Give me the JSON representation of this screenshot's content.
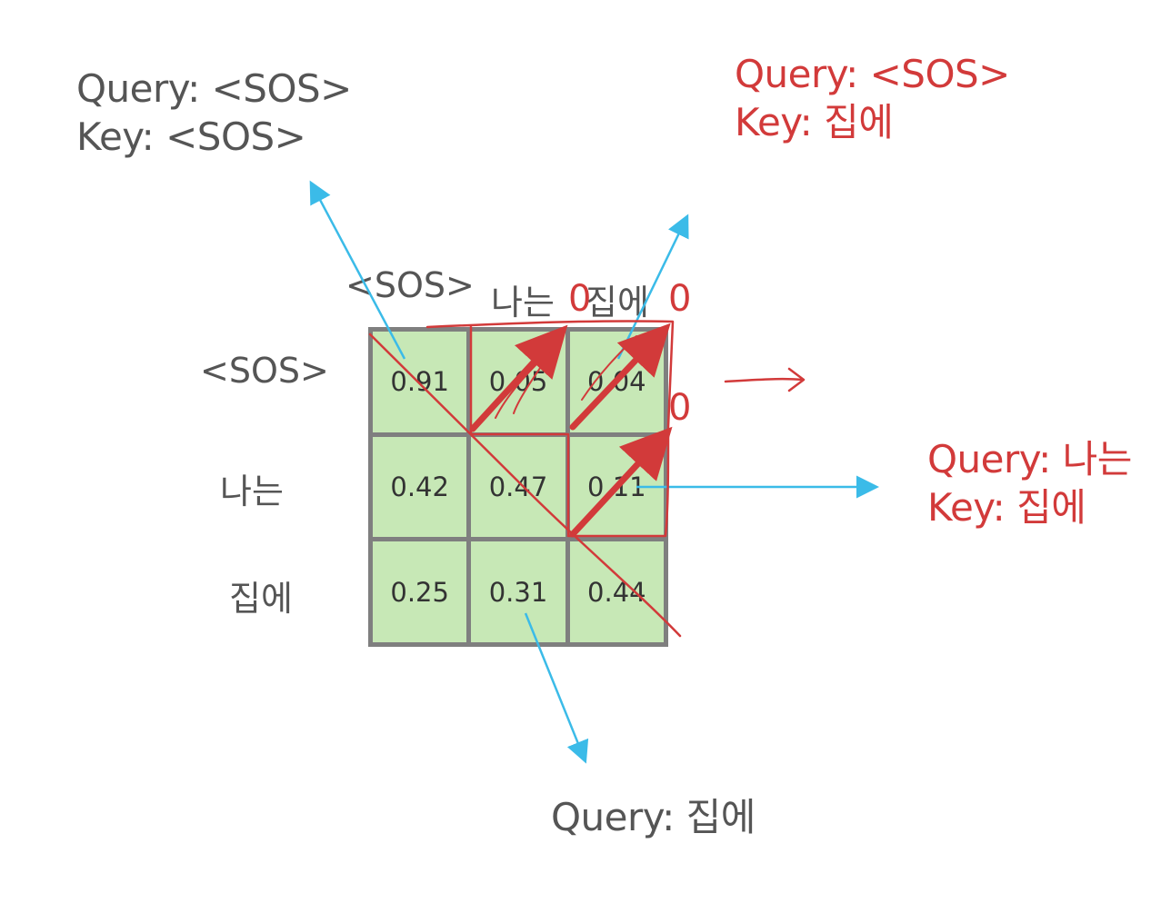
{
  "annotations": {
    "top_left": {
      "line1": "Query: <SOS>",
      "line2": "Key: <SOS>"
    },
    "top_right": {
      "line1": "Query: <SOS>",
      "line2": "Key: 집에"
    },
    "mid_right": {
      "line1": "Query: 나는",
      "line2": "Key: 집에"
    },
    "bottom": {
      "line1": "Query: 집에"
    }
  },
  "matrix": {
    "column_headers": [
      "<SOS>",
      "나는",
      "집에"
    ],
    "row_headers": [
      "<SOS>",
      "나는",
      "집에"
    ],
    "rows": [
      [
        "0.91",
        "0.05",
        "0.04"
      ],
      [
        "0.42",
        "0.47",
        "0.11"
      ],
      [
        "0.25",
        "0.31",
        "0.44"
      ]
    ]
  },
  "mask_zeros": [
    "0",
    "0",
    "0"
  ],
  "colors": {
    "cell_fill": "#c7e8b6",
    "grid_border": "#7f7f7f",
    "arrow_blue": "#3bbbe8",
    "ink_red": "#d23a3a",
    "text_gray": "#555555"
  }
}
